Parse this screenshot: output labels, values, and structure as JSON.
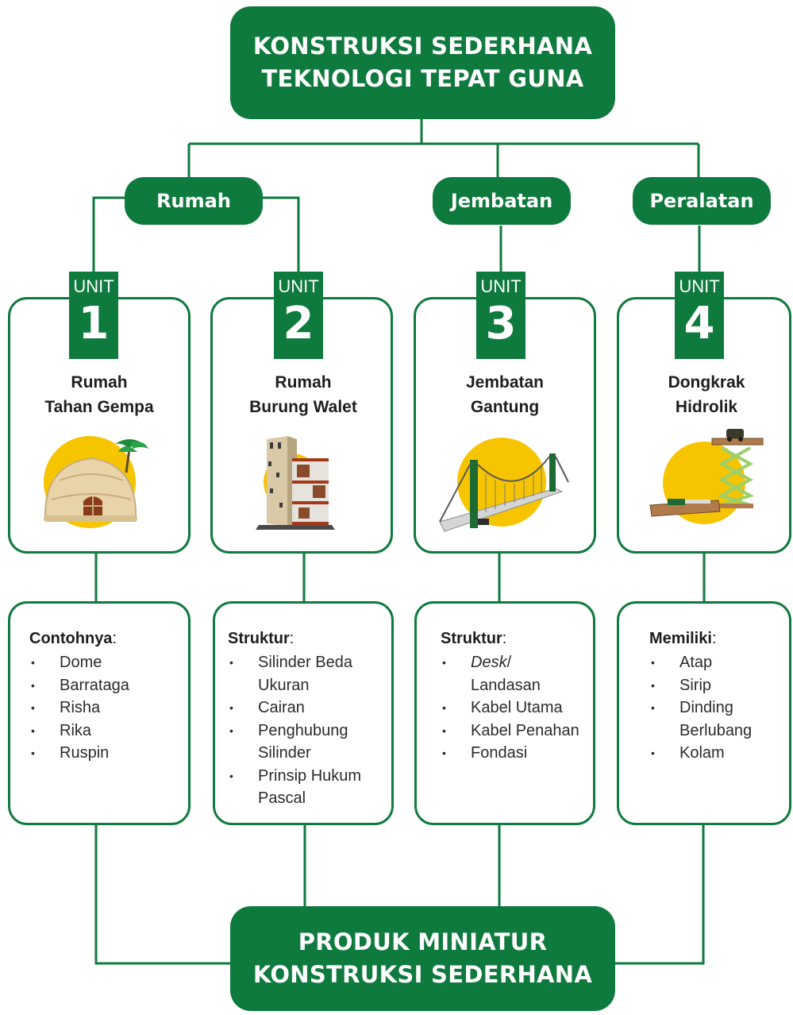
{
  "header": {
    "line1": "KONSTRUKSI SEDERHANA",
    "line2": "TEKNOLOGI TEPAT GUNA"
  },
  "categories": {
    "rumah": "Rumah",
    "jembatan": "Jembatan",
    "peralatan": "Peralatan"
  },
  "units": [
    {
      "word": "UNIT",
      "number": "1",
      "title_line1": "Rumah",
      "title_line2": "Tahan Gempa",
      "illustration": "dome-house-icon"
    },
    {
      "word": "UNIT",
      "number": "2",
      "title_line1": "Rumah",
      "title_line2": "Burung Walet",
      "illustration": "swiftlet-house-icon"
    },
    {
      "word": "UNIT",
      "number": "3",
      "title_line1": "Jembatan",
      "title_line2": "Gantung",
      "illustration": "suspension-bridge-icon"
    },
    {
      "word": "UNIT",
      "number": "4",
      "title_line1": "Dongkrak",
      "title_line2": "Hidrolik",
      "illustration": "hydraulic-jack-icon"
    }
  ],
  "details": [
    {
      "heading": "Contohnya",
      "items": [
        "Dome",
        "Barrataga",
        "Risha",
        "Rika",
        "Ruspin"
      ]
    },
    {
      "heading": "Struktur",
      "items": [
        "Silinder Beda Ukuran",
        "Cairan",
        "Penghubung Silinder",
        "Prinsip Hukum Pascal"
      ]
    },
    {
      "heading": "Struktur",
      "items_first_italic": "Desk",
      "items_first_rest": "/ Landasan",
      "items": [
        "Kabel Utama",
        "Kabel Penahan",
        "Fondasi"
      ]
    },
    {
      "heading": "Memiliki",
      "items": [
        "Atap",
        "Sirip",
        "Dinding Berlubang",
        "Kolam"
      ]
    }
  ],
  "footer": {
    "line1": "PRODUK MINIATUR",
    "line2": "KONSTRUKSI SEDERHANA"
  },
  "colors": {
    "green": "#0f7a3d",
    "yellow": "#f7c500",
    "text": "#1e1e1e"
  }
}
